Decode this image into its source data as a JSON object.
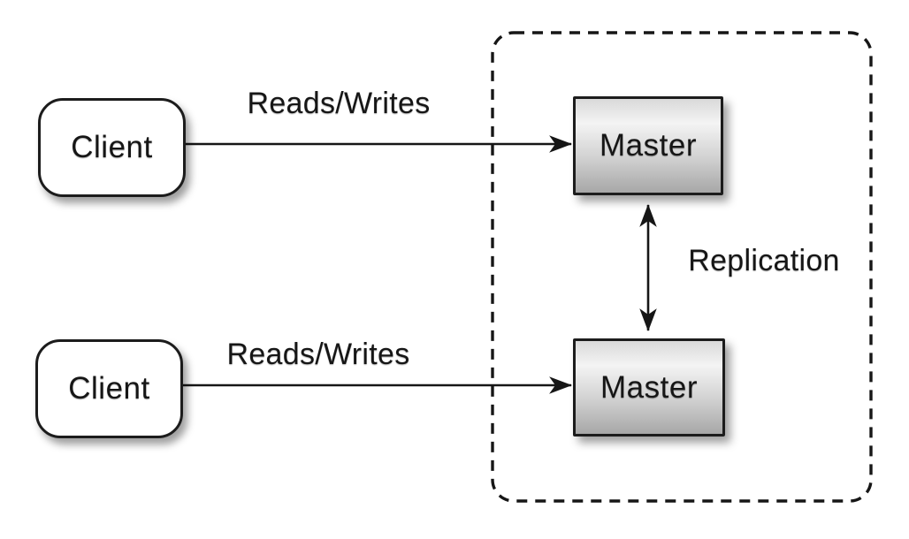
{
  "colors": {
    "background": "#ffffff",
    "stroke": "#1c1c1c",
    "client_fill": "#ffffff",
    "master_gradient_top": "#d9d9d9",
    "master_gradient_bottom": "#a7a7a7"
  },
  "nodes": {
    "client_top": {
      "label": "Client"
    },
    "client_bottom": {
      "label": "Client"
    },
    "master_top": {
      "label": "Master"
    },
    "master_bottom": {
      "label": "Master"
    }
  },
  "edges": {
    "reads_writes_top": {
      "label": "Reads/Writes"
    },
    "reads_writes_bottom": {
      "label": "Reads/Writes"
    },
    "replication": {
      "label": "Replication"
    }
  },
  "boundary": {
    "style": "dashed",
    "encloses": "master_top, master_bottom"
  }
}
